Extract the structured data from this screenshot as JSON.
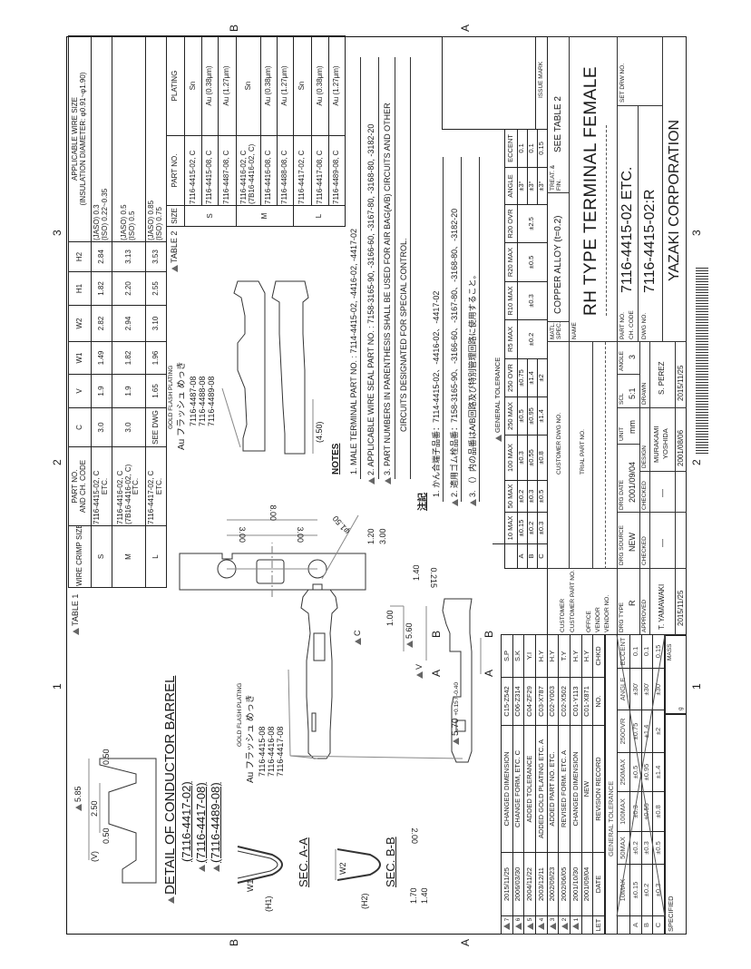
{
  "zones": {
    "n1": "1",
    "n2": "2",
    "n3": "3",
    "a": "A",
    "b": "B"
  },
  "table1": {
    "label": "TABLE 1",
    "headers": {
      "size": "WIRE CRIMP SIZE",
      "part": "PART NO.",
      "part_b": "AND CH. CODE",
      "c": "C",
      "v": "V",
      "w1": "W1",
      "w2": "W2",
      "h1": "H1",
      "h2": "H2",
      "wire": "APPLICABLE WIRE SIZE",
      "insulation": "(INSULATION DIAMETER: φ0.91~φ1.90)"
    },
    "rows": [
      {
        "size": "S",
        "part": "7116-4415-02, C",
        "part2": "ETC.",
        "part3": "",
        "c": "3.0",
        "v": "1.9",
        "w1": "1.49",
        "w2": "2.82",
        "h1": "1.82",
        "h2": "2.84",
        "jaso": "(JASO) 0.3",
        "iso": "(ISO) 0.22~0.35"
      },
      {
        "size": "M",
        "part": "7116-4416-02, C",
        "part2": "ETC.",
        "part3": "(7B16-4416-02, C)",
        "c": "3.0",
        "v": "1.9",
        "w1": "1.82",
        "w2": "2.94",
        "h1": "2.20",
        "h2": "3.13",
        "jaso": "(JASO) 0.5",
        "iso": "(ISO) 0.5"
      },
      {
        "size": "L",
        "part": "7116-4417-02, C",
        "part2": "ETC.",
        "part3": "",
        "c": "SEE DWG",
        "v": "1.65",
        "w1": "1.96",
        "w2": "3.10",
        "h1": "2.55",
        "h2": "3.53",
        "jaso": "(JASO) 0.85",
        "iso": "(ISO) 0.75"
      }
    ]
  },
  "table2": {
    "label": "TABLE 2",
    "headers": {
      "size": "SIZE",
      "part": "PART NO.",
      "plating": "PLATING"
    },
    "groups": [
      {
        "size": "S",
        "rows": [
          {
            "part": "7116-4415-02, C",
            "plating": "Sn"
          },
          {
            "part": "7116-4415-08, C",
            "plating": "Au (0.38μm)"
          },
          {
            "part": "7116-4487-08, C",
            "plating": "Au (1.27μm)"
          }
        ]
      },
      {
        "size": "M",
        "rows": [
          {
            "part": "7116-4416-02, C",
            "part2": "(7B16-4416-02, C)",
            "plating": "Sn"
          },
          {
            "part": "7116-4416-08, C",
            "plating": "Au (0.38μm)"
          },
          {
            "part": "7116-4488-08, C",
            "plating": "Au (1.27μm)"
          }
        ]
      },
      {
        "size": "L",
        "rows": [
          {
            "part": "7116-4417-02, C",
            "plating": "Sn"
          },
          {
            "part": "7116-4417-08, C",
            "plating": "Au (0.38μm)"
          },
          {
            "part": "7116-4489-08, C",
            "plating": "Au (1.27μm)"
          }
        ]
      }
    ]
  },
  "notes": {
    "title": "NOTES",
    "items": [
      "1. MALE TERMINAL PART NO. : 7114-4415-02, -4416-02, -4417-02",
      "2. APPLICABLE WIRE SEAL PART NO. : 7158-3165-90, -3166-60, -3167-80, -3168-80, -3182-20",
      "3. PART NUMBERS IN PARENTHESIS SHALL BE USED FOR AIR BAG(A/B) CIRCUITS AND OTHER",
      "CIRCUITS DESIGNATED FOR SPECIAL CONTROL."
    ]
  },
  "notes_jp": {
    "title": "注記",
    "items": [
      "1. かん合端子品番：7114-4415-02、-4416-02、-4417-02",
      "2. 適用ゴム栓品番：7158-3165-90、-3166-60、-3167-80、-3168-80、-3182-20",
      "3. （）内の品番はA/B回路及び特別管理回路に使用すること。"
    ]
  },
  "tolerance": {
    "title": "GENERAL TOLERANCE",
    "headers": [
      "",
      "10 MAX",
      "50 MAX",
      "100 MAX",
      "250 MAX",
      "250 OVR",
      "R5 MAX",
      "R10 MAX",
      "R20 MAX",
      "R20 OVR",
      "ANGLE",
      "ECCENT"
    ],
    "rows": [
      {
        "k": "A",
        "v": [
          "±0.15",
          "±0.2",
          "±0.3",
          "±0.5",
          "±0.75"
        ],
        "angle": "±3°",
        "ecc": "0.1"
      },
      {
        "k": "B",
        "v": [
          "±0.2",
          "±0.3",
          "±0.55",
          "±0.95",
          "±1.4"
        ],
        "angle": "±3°",
        "ecc": "0.1"
      },
      {
        "k": "C",
        "v": [
          "±0.3",
          "±0.5",
          "±0.8",
          "±1.4",
          "±2"
        ],
        "angle": "±3°",
        "ecc": "0.15"
      }
    ],
    "radius": [
      "±0.2",
      "±0.3",
      "±0.5",
      "±2.5"
    ]
  },
  "issue_mark": "ISSUE MARK",
  "title_block": {
    "matl_label": "MATL. SPEC.",
    "matl": "COPPER ALLOY (t=0.2)",
    "treat_label": "TREAT. & FIN.",
    "treat": "SEE TABLE 2",
    "name_label": "NAME",
    "name": "RH TYPE TERMINAL FEMALE",
    "part_no_label": "PART NO.",
    "ch_code_label": "CH. CODE",
    "part_no": "7116-4415-02 ETC.",
    "dwg_no_label": "DWG NO.",
    "dwg_no": "7116-4415-02:R",
    "set_drw_label": "SET DRW NO.",
    "company": "YAZAKI CORPORATION",
    "customer_dwg_label": "CUSTOMER DWG NO.",
    "trial_part_label": "TRIAL PART NO.",
    "customer_label": "CUSTOMER",
    "customer_part_label": "CUSTOMER PART NO.",
    "office_label": "OFFICE",
    "vendor_label": "VENDOR",
    "vendor_no_label": "VENDOR NO.",
    "drg_type_label": "DRG TYPE",
    "drg_type": "R",
    "drg_source_label": "DRG SOURCE",
    "drg_source": "NEW",
    "drg_date_label": "DRG DATE",
    "drg_date": "2001/09/04",
    "unit_label": "UNIT",
    "unit": "mm",
    "scl_label": "SCL",
    "scl": "5:1",
    "angle_label": "ANGLE",
    "angle": "3",
    "approved_label": "APPROVED",
    "approved": "T. YAMAWAKI",
    "approved_date": "2015/11/25",
    "checked_label": "CHECKED",
    "checked": "—",
    "checked2_label": "CHECKED",
    "checked2": "—",
    "design_label": "DESIGN",
    "design": "MURAKAMI",
    "design2": "YOSHIDA",
    "design_date": "2001/08/06",
    "drawn_label": "DRAWN",
    "drawn": "S. PEREZ",
    "drawn_date": "2015/11/25"
  },
  "revision": {
    "header": {
      "let": "LET",
      "date": "DATE",
      "record": "REVISION RECORD",
      "no": "NO.",
      "chkd": "CHKD"
    },
    "rows": [
      {
        "let": "7",
        "date": "2015/11/25",
        "desc": "CHANGED DIMENSION",
        "no": "C15-Z542",
        "chkd": "S.P"
      },
      {
        "let": "6",
        "date": "2006/03/30",
        "desc": "CHANGE FORM, ETC. C",
        "no": "C06-Z314",
        "chkd": "S.K"
      },
      {
        "let": "5",
        "date": "2004/11/22",
        "desc": "ADDED TOLERANCE",
        "no": "C04-ZF29",
        "chkd": "Y.I"
      },
      {
        "let": "4",
        "date": "2003/12/11",
        "desc": "ADDED GOLD PLATING ETC. A",
        "no": "C03-X787",
        "chkd": "H.Y"
      },
      {
        "let": "3",
        "date": "2002/09/23",
        "desc": "ADDED PART NO. ETC.",
        "no": "C02-Y003",
        "chkd": "H.Y"
      },
      {
        "let": "2",
        "date": "2002/06/05",
        "desc": "REVISED FORM. ETC. A",
        "no": "C02-X502",
        "chkd": "T.Y"
      },
      {
        "let": "1",
        "date": "2001/10/30",
        "desc": "CHANGED DIMENSION",
        "no": "C01-Y113",
        "chkd": "H.Y"
      },
      {
        "let": "",
        "date": "2001/09/04",
        "desc": "NEW",
        "no": "C01-X871",
        "chkd": "H.Y"
      }
    ]
  },
  "old_tolerance": {
    "title": "GENERAL TOLERANCE",
    "headers": [
      "10MAX",
      "50MAX",
      "100MAX",
      "250MAX",
      "250OVR",
      "ANGLE",
      "ECCENT"
    ],
    "rows": [
      {
        "k": "A",
        "v": [
          "±0.15",
          "±0.2",
          "±0.3",
          "±0.5",
          "±0.75",
          "±30'",
          "0.1"
        ]
      },
      {
        "k": "B",
        "v": [
          "±0.2",
          "±0.3",
          "±0.55",
          "±0.95",
          "±1.4",
          "±30'",
          "0.1"
        ]
      },
      {
        "k": "C",
        "v": [
          "±0.3",
          "±0.5",
          "±0.8",
          "±1.4",
          "±2",
          "±30'",
          "0.15"
        ]
      }
    ],
    "specified": "SPECIFIED",
    "mass": "MASS",
    "mass_unit": "g"
  },
  "drawing": {
    "detail_title": "DETAIL OF CONDUCTOR BARREL",
    "detail_parts": [
      "(7116-4417-02)",
      "(7116-4417-08)",
      "(7116-4489-08)"
    ],
    "detail_dims": {
      "d585": "5.85",
      "d250": "2.50",
      "d050a": "0.50",
      "v": "(V)",
      "d050b": "0.50"
    },
    "sec_aa": "SEC. A-A",
    "sec_bb": "SEC. B-B",
    "w1": "W1",
    "h1": "(H1)",
    "w2": "W2",
    "h2": "(H2)",
    "d200": "2.00",
    "d170": "1.70",
    "d140b": "1.40",
    "plating_small": "GOLD FLASH PLATING",
    "plating_jp": "Au フラッシュ めっき",
    "plating_parts_a": [
      "7116-4415-08",
      "7116-4416-08",
      "7116-4417-08"
    ],
    "plating_parts_b": [
      "7116-4487-08",
      "7116-4488-08",
      "7116-4489-08"
    ],
    "dims": {
      "d800": "8.00",
      "d300a": "3.00",
      "d300b": "3.00",
      "phi": "φ1.50",
      "d120": "1.20",
      "d300c": "3.00",
      "d140": "1.40",
      "d0215": "0.215",
      "d100": "1.00",
      "d560": "5.60",
      "c": "C",
      "v": "V",
      "a": "A",
      "b": "B",
      "d570": "5.70",
      "d570_tol": "+0.15 / -0.40",
      "d450": "(4.50)"
    }
  }
}
